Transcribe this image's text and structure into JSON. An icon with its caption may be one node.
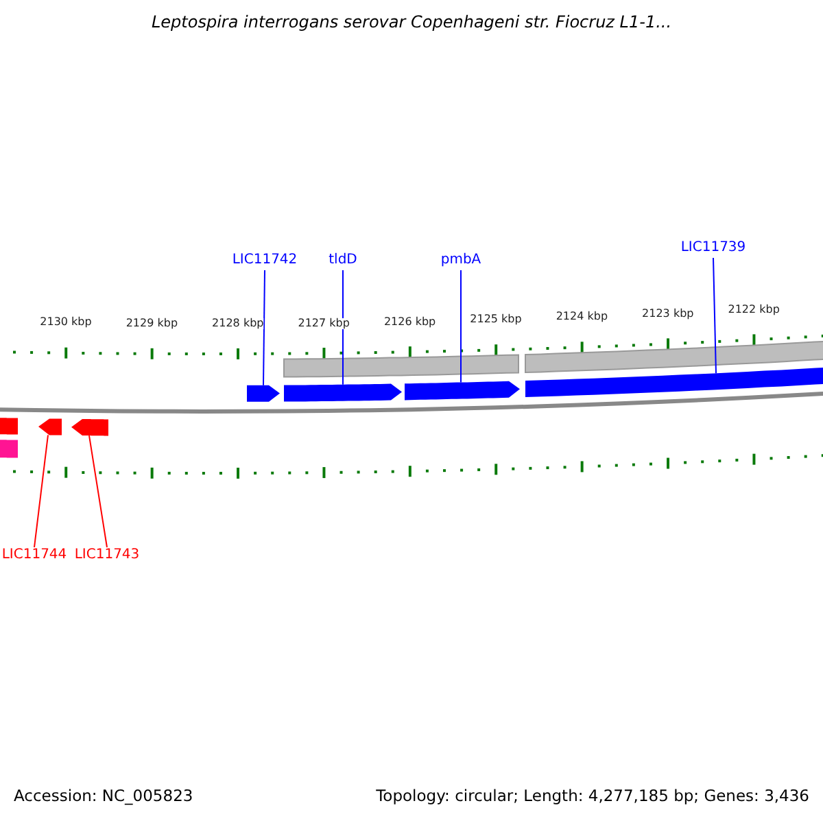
{
  "diagram": {
    "title": "Leptospira interrogans serovar Copenhageni str. Fiocruz L1-1...",
    "nodes": [
      {
        "text": [
          "LIC11742"
        ]
      },
      {
        "text": [
          "tldD"
        ]
      },
      {
        "text": [
          "pmbA"
        ]
      },
      {
        "text": [
          "LIC11739"
        ]
      },
      {
        "text": [],
        "shape": "arrow"
      },
      {
        "text": [],
        "shape": "arrow"
      },
      {
        "text": [],
        "shape": "arrow"
      },
      {
        "text": [],
        "shape": "arrow"
      },
      {
        "text": [],
        "shape": "arrow"
      },
      {
        "text": [],
        "shape": "arrow"
      },
      {
        "text": [
          "LIC11744"
        ]
      },
      {
        "text": [
          "LIC11743"
        ]
      },
      {
        "text": [],
        "shape": "bar"
      },
      {
        "text": [],
        "shape": "bar"
      },
      {
        "text": [],
        "shape": "box"
      },
      {
        "text": [],
        "shape": "bar"
      }
    ],
    "edges": [
      {
        "from": 0,
        "to": 4,
        "arrow": "none"
      },
      {
        "from": 1,
        "to": 5,
        "arrow": "none"
      },
      {
        "from": 2,
        "to": 6,
        "arrow": "none"
      },
      {
        "from": 3,
        "to": 7,
        "arrow": "none"
      },
      {
        "from": 10,
        "to": 8,
        "arrow": "none",
        "color": "#ff0000"
      },
      {
        "from": 11,
        "to": 9,
        "arrow": "none",
        "color": "#ff0000"
      }
    ],
    "labels": [
      "2130 kbp",
      "2129 kbp",
      "2128 kbp",
      "2127 kbp",
      "2126 kbp",
      "2125 kbp",
      "2124 kbp",
      "2123 kbp",
      "2122 kbp",
      "Accession: NC_005823",
      "Topology: circular; Length: 4,277,185 bp; Genes: 3,436"
    ]
  }
}
